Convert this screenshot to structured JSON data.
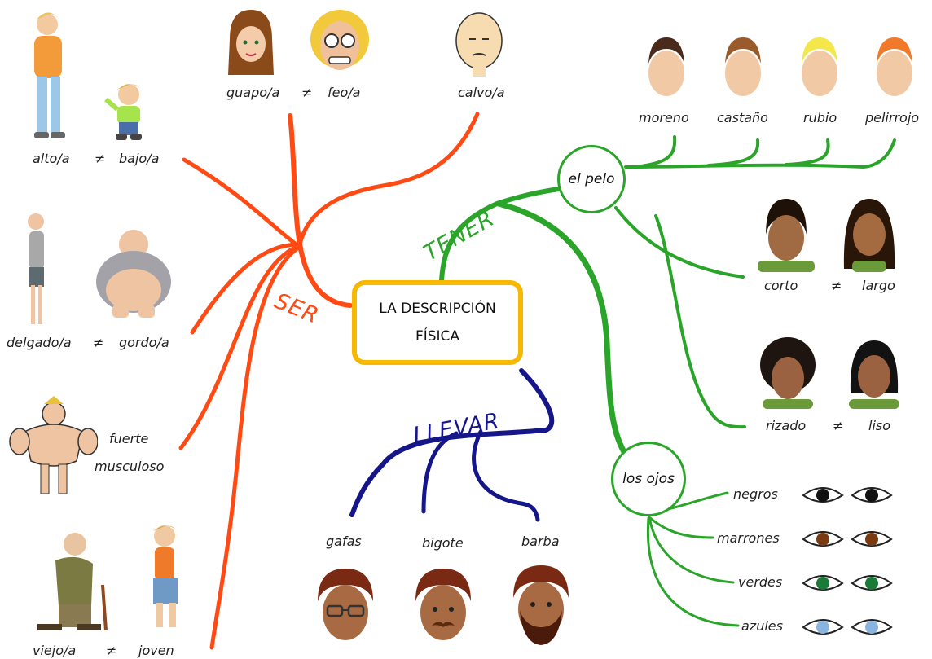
{
  "center": {
    "line1": "LA DESCRIPCIÓN",
    "line2": "FÍSICA"
  },
  "verbs": {
    "ser": "SER",
    "tener": "TENER",
    "llevar": "LLEVAR"
  },
  "ser": {
    "alto": "alto/a",
    "bajo": "bajo/a",
    "neq": "≠",
    "delgado": "delgado/a",
    "gordo": "gordo/a",
    "fuerte": "fuerte",
    "musculoso": "musculoso",
    "viejo": "viejo/a",
    "joven": "joven",
    "guapo": "guapo/a",
    "feo": "feo/a",
    "calvo": "calvo/a"
  },
  "tener": {
    "pelo_node": "el pelo",
    "moreno": "moreno",
    "castano": "castaño",
    "rubio": "rubio",
    "pelirrojo": "pelirrojo",
    "corto": "corto",
    "largo": "largo",
    "rizado": "rizado",
    "liso": "liso",
    "ojos_node": "los ojos",
    "negros": "negros",
    "marrones": "marrones",
    "verdes": "verdes",
    "azules": "azules"
  },
  "llevar": {
    "gafas": "gafas",
    "bigote": "bigote",
    "barba": "barba"
  },
  "colors": {
    "ser": "#ff4a14",
    "tener": "#2aa52a",
    "llevar": "#15168a",
    "center_border": "#f6b800"
  }
}
